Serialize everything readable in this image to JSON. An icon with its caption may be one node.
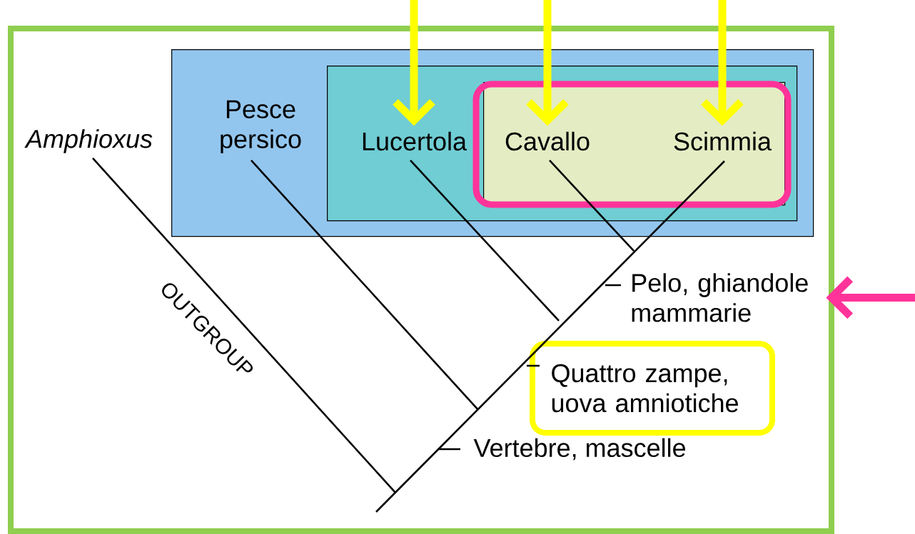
{
  "diagram": {
    "nodes": [
      {
        "text": [
          "Pesce persico"
        ]
      },
      {
        "text": [],
        "shape": "box",
        "in": 0
      },
      {
        "text": [
          "Lucertola"
        ],
        "in": 1
      },
      {
        "text": [],
        "shape": "box",
        "in": 1
      },
      {
        "text": [
          "Cavallo"
        ],
        "in": 3
      },
      {
        "text": [
          "Scimmia"
        ],
        "in": 3
      },
      {
        "text": [
          "Pelo, ghiandole mammarie"
        ]
      },
      {
        "text": [
          "Quattro zampe, uova amniotiche"
        ]
      }
    ],
    "edges": [
      {
        "from": null,
        "to": 2,
        "arrow": "to",
        "color": "#ffff00"
      },
      {
        "from": null,
        "to": 4,
        "arrow": "to",
        "color": "#ffff00"
      },
      {
        "from": null,
        "to": 5,
        "arrow": "to",
        "color": "#ffff00"
      },
      {
        "from": null,
        "to": 6,
        "arrow": "to",
        "color": "#ff3399"
      }
    ],
    "labels": [
      "Amphioxus",
      "OUTGROUP",
      "Vertebre, mascelle"
    ]
  }
}
